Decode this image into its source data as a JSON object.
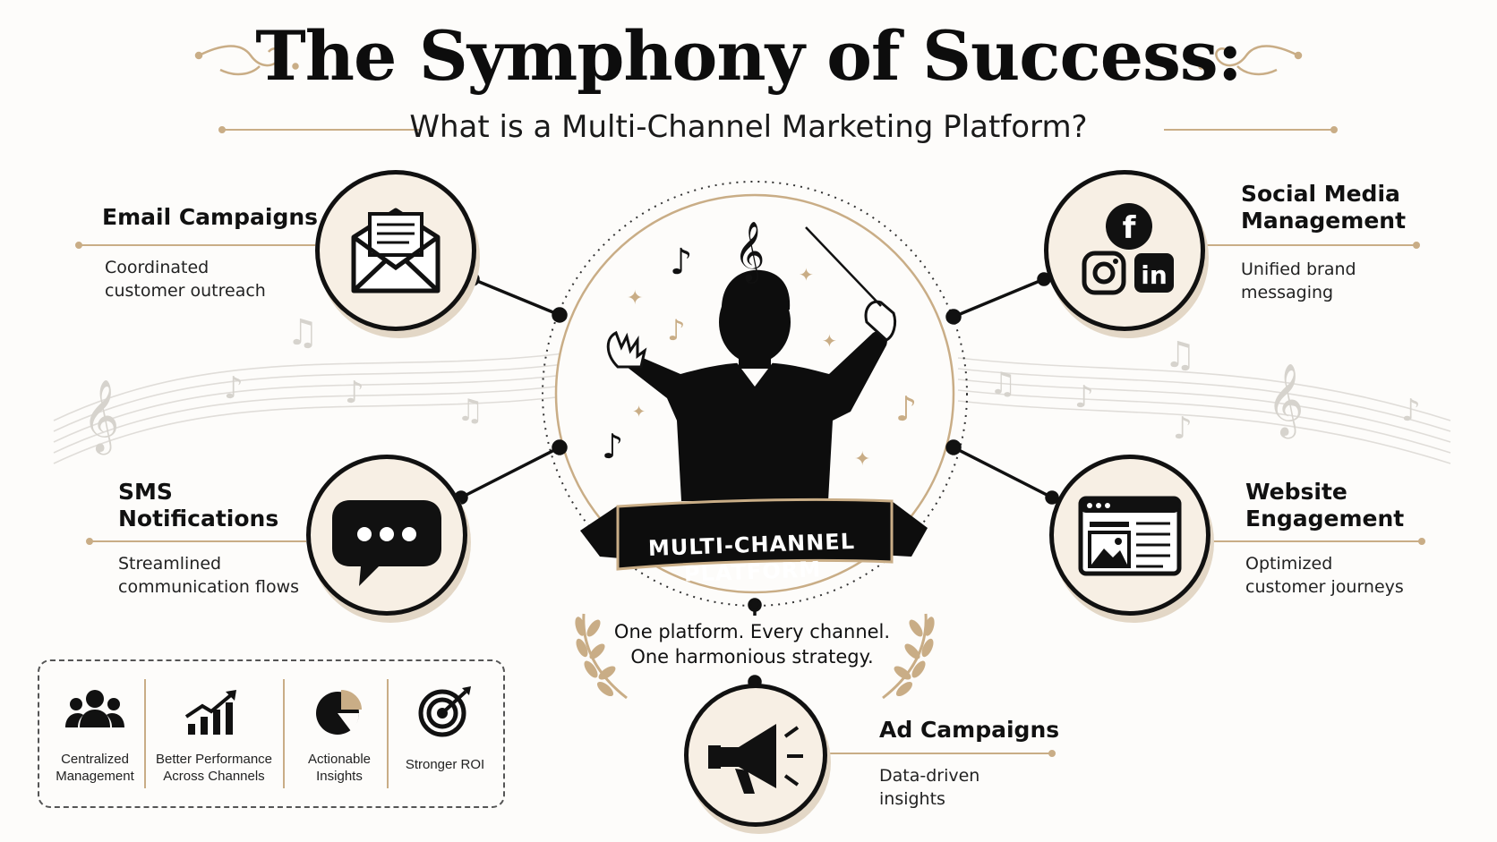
{
  "header": {
    "title": "The Symphony of Success:",
    "subtitle": "What is a Multi-Channel Marketing Platform?"
  },
  "hub": {
    "banner": [
      "MULTI-CHANNEL",
      "PLATFORM"
    ],
    "tagline": [
      "One platform. Every channel.",
      "One harmonious strategy."
    ]
  },
  "channels": [
    {
      "id": "email",
      "title": [
        "Email Campaigns"
      ],
      "desc": [
        "Coordinated",
        "customer outreach"
      ],
      "icon": "envelope-icon"
    },
    {
      "id": "sms",
      "title": [
        "SMS",
        "Notifications"
      ],
      "desc": [
        "Streamlined",
        "communication flows"
      ],
      "icon": "chat-bubble-icon"
    },
    {
      "id": "social",
      "title": [
        "Social Media",
        "Management"
      ],
      "desc": [
        "Unified brand",
        "messaging"
      ],
      "icon": "social-icons"
    },
    {
      "id": "website",
      "title": [
        "Website",
        "Engagement"
      ],
      "desc": [
        "Optimized",
        "customer journeys"
      ],
      "icon": "browser-window-icon"
    },
    {
      "id": "ads",
      "title": [
        "Ad Campaigns"
      ],
      "desc": [
        "Data-driven",
        "insights"
      ],
      "icon": "megaphone-icon"
    }
  ],
  "benefits": [
    {
      "label": [
        "Centralized",
        "Management"
      ],
      "icon": "people-group-icon"
    },
    {
      "label": [
        "Better Performance",
        "Across Channels"
      ],
      "icon": "growth-chart-icon"
    },
    {
      "label": [
        "Actionable",
        "Insights"
      ],
      "icon": "pie-chart-icon"
    },
    {
      "label": [
        "Stronger ROI"
      ],
      "icon": "target-icon"
    }
  ],
  "colors": {
    "ink": "#111111",
    "gold": "#c9ad86",
    "cream": "#f7efe4",
    "background": "#fdfcfa"
  }
}
